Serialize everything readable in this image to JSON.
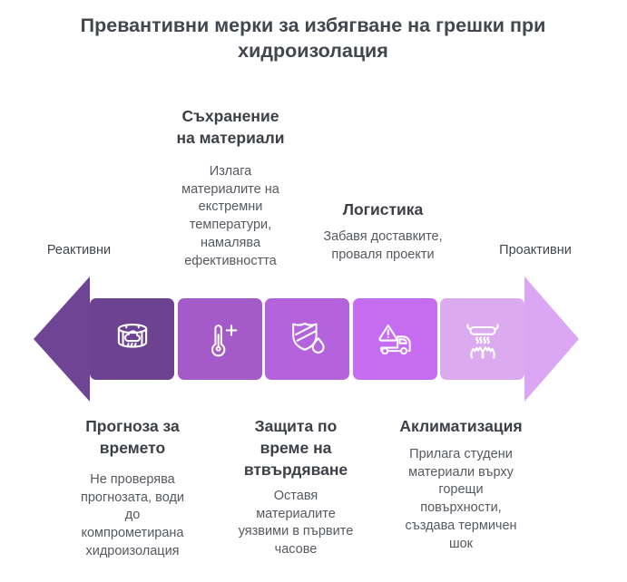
{
  "title": "Превантивни мерки за избягване на грешки при хидроизолация",
  "spectrum": {
    "left_label": "Реактивни",
    "right_label": "Проактивни",
    "left_arrow_color": "#6f4494",
    "right_arrow_color": "#dba7f4"
  },
  "steps": [
    {
      "id": "weather",
      "position": "bottom",
      "heading": "Прогноза за\nвремето",
      "description": "Не проверява\nпрогнозата, води\nдо\nкомпрометирана\nхидроизолация",
      "icon": "weather-forecast-icon",
      "color": "#6d4391"
    },
    {
      "id": "storage",
      "position": "top",
      "heading": "Съхранение\nна материали",
      "description": "Излага\nматериалите на\nекстремни\nтемператури,\nнамалява\nефективността",
      "icon": "thermometer-plus-icon",
      "color": "#a45ac8"
    },
    {
      "id": "curing",
      "position": "bottom",
      "heading": "Защита по\nвреме на\nвтвърдяване",
      "description": "Оставя\nматериалите\nуязвими в първите\nчасове",
      "icon": "shield-droplet-icon",
      "color": "#b563dd"
    },
    {
      "id": "logistics",
      "position": "top",
      "heading": "Логистика",
      "description": "Забавя доставките,\nпроваля проекти",
      "icon": "truck-warning-icon",
      "color": "#c56cf0"
    },
    {
      "id": "acclimatization",
      "position": "bottom",
      "heading": "Аклиматизация",
      "description": "Прилага студени\nматериали върху\nгорещи\nповърхности,\nсъздава термичен\nшок",
      "icon": "hand-dryer-icon",
      "color": "#dcabef"
    }
  ]
}
